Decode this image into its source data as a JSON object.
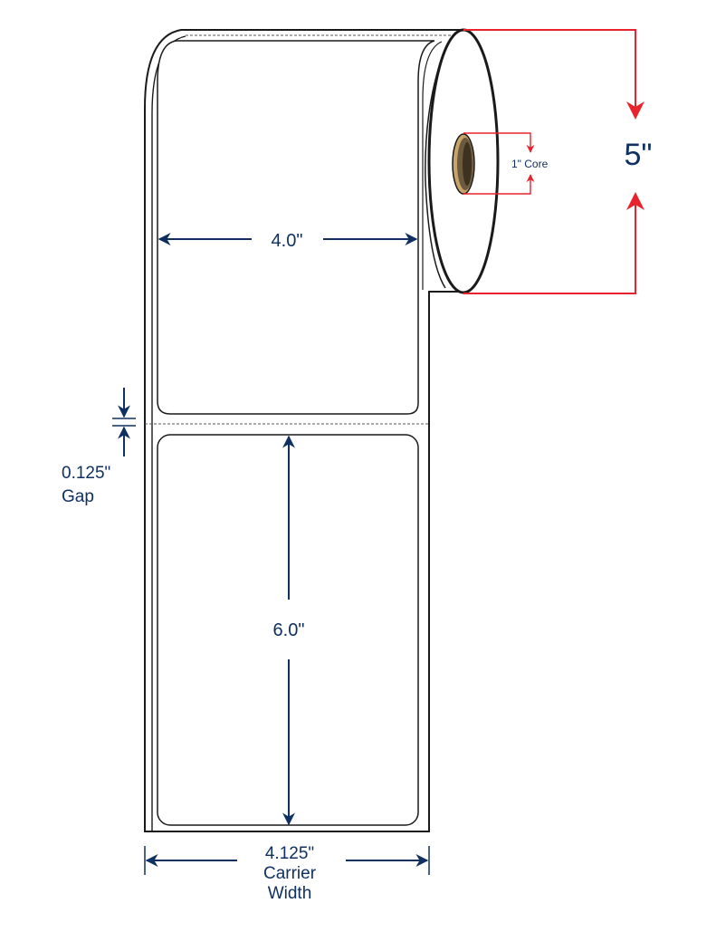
{
  "labels": {
    "label_width": "4.0\"",
    "label_height": "6.0\"",
    "gap_value": "0.125\"",
    "gap_word": "Gap",
    "carrier_value": "4.125\"",
    "carrier_word1": "Carrier",
    "carrier_word2": "Width",
    "roll_diameter": "5\"",
    "core_size": "1\" Core"
  },
  "colors": {
    "outline": "#1a1a1a",
    "dimension_blue": "#0f3060",
    "dimension_red": "#e8232b",
    "core_fill": "#6b5a3e",
    "core_inner": "#3d3222",
    "core_rim": "#c8a46a"
  }
}
